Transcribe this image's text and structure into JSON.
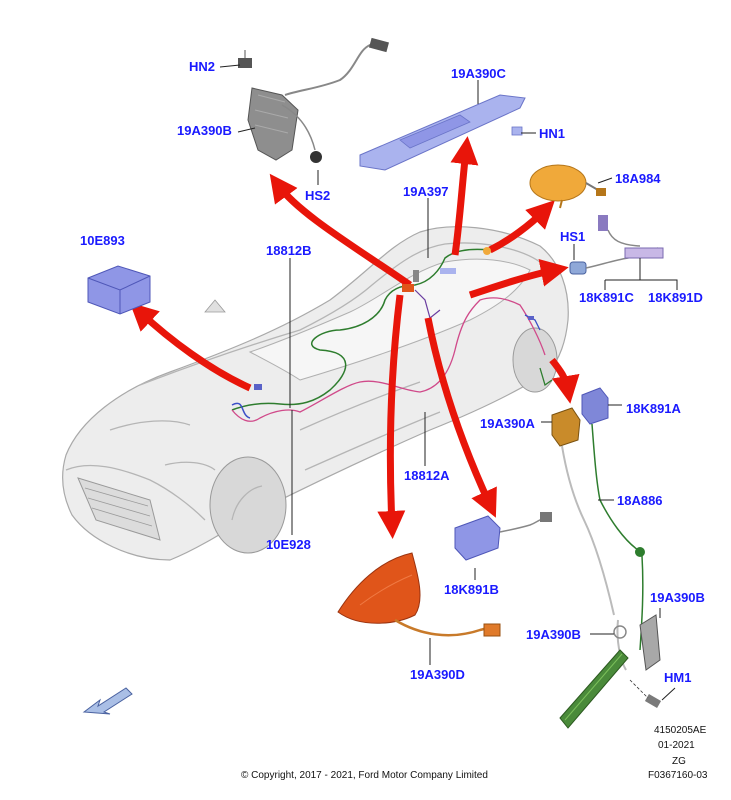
{
  "labels": {
    "hn2": "HN2",
    "a19a390b_top": "19A390B",
    "hs2": "HS2",
    "a19a390c": "19A390C",
    "hn1": "HN1",
    "a19a397": "19A397",
    "a18a984": "18A984",
    "hs1": "HS1",
    "a18k891c": "18K891C",
    "a18k891d": "18K891D",
    "a10e893": "10E893",
    "a18812b": "18812B",
    "a18k891a": "18K891A",
    "a19a390a": "19A390A",
    "a18812a": "18812A",
    "a18a886": "18A886",
    "a10e928": "10E928",
    "a18k891b": "18K891B",
    "a19a390b_right": "19A390B",
    "a19a390b_bottom": "19A390B",
    "hm1": "HM1",
    "a19a390d": "19A390D"
  },
  "meta": {
    "ref_code": "4150205AE",
    "date": "01-2021",
    "zg": "ZG",
    "fig_id": "F0367160-03",
    "copyright": "© Copyright, 2017 - 2021, Ford Motor Company Limited"
  },
  "colors": {
    "label": "#1a1aff",
    "arrow": "#e8150a",
    "part_blue": "#8f96e6",
    "part_orange": "#e07a2a",
    "harness_green": "#2e7d2e",
    "harness_pink": "#d04a8a"
  }
}
